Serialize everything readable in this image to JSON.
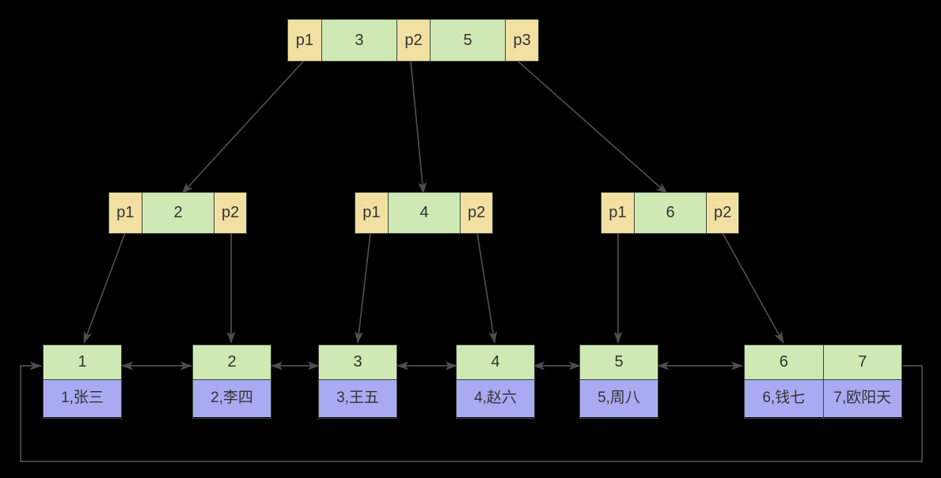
{
  "diagram": {
    "type": "b-plus-tree",
    "title": "",
    "colors": {
      "pointer_fill": "#f2e0a2",
      "key_fill": "#cfe8b4",
      "value_fill": "#aaaaf3",
      "stroke": "#3b4a3b",
      "edge": "#4d4d4d",
      "background": "#000000",
      "text": "#333333"
    }
  },
  "root": {
    "name": "root-node",
    "cells": [
      {
        "kind": "pointer",
        "label": "p1"
      },
      {
        "kind": "key",
        "label": "3"
      },
      {
        "kind": "pointer",
        "label": "p2"
      },
      {
        "kind": "key",
        "label": "5"
      },
      {
        "kind": "pointer",
        "label": "p3"
      }
    ]
  },
  "internal_nodes": [
    {
      "name": "internal-node-2",
      "cells": [
        {
          "kind": "pointer",
          "label": "p1"
        },
        {
          "kind": "key",
          "label": "2"
        },
        {
          "kind": "pointer",
          "label": "p2"
        }
      ]
    },
    {
      "name": "internal-node-4",
      "cells": [
        {
          "kind": "pointer",
          "label": "p1"
        },
        {
          "kind": "key",
          "label": "4"
        },
        {
          "kind": "pointer",
          "label": "p2"
        }
      ]
    },
    {
      "name": "internal-node-6",
      "cells": [
        {
          "kind": "pointer",
          "label": "p1"
        },
        {
          "kind": "key",
          "label": "6"
        },
        {
          "kind": "pointer",
          "label": "p2"
        }
      ]
    }
  ],
  "leaf_nodes": [
    {
      "name": "leaf-node-1",
      "entries": [
        {
          "key": "1",
          "value": "1,张三"
        }
      ]
    },
    {
      "name": "leaf-node-2",
      "entries": [
        {
          "key": "2",
          "value": "2,李四"
        }
      ]
    },
    {
      "name": "leaf-node-3",
      "entries": [
        {
          "key": "3",
          "value": "3,王五"
        }
      ]
    },
    {
      "name": "leaf-node-4",
      "entries": [
        {
          "key": "4",
          "value": "4,赵六"
        }
      ]
    },
    {
      "name": "leaf-node-5",
      "entries": [
        {
          "key": "5",
          "value": "5,周八"
        }
      ]
    },
    {
      "name": "leaf-node-67",
      "entries": [
        {
          "key": "6",
          "value": "6,钱七"
        },
        {
          "key": "7",
          "value": "7,欧阳天"
        }
      ]
    }
  ]
}
